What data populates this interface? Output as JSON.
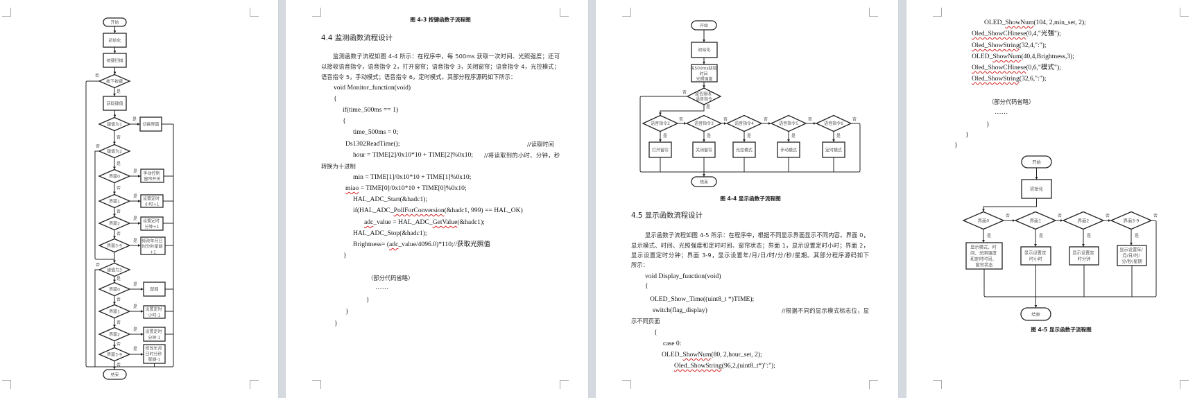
{
  "page1": {
    "flowchart": {
      "start": "开始",
      "init": "初始化",
      "scan": "按键扫描",
      "key_pressed": "按下按键",
      "read_key": "获取键值",
      "key_is_1": "键值为1",
      "switch_screen": "切换界面",
      "key_is_2": "键值为2",
      "key_is_3": "键值为3",
      "key2_branches": [
        {
          "screen": "界面0",
          "action": [
            "手动控制",
            "窗帘开关"
          ]
        },
        {
          "screen": "界面1",
          "action": [
            "设置定时",
            "小时+1"
          ]
        },
        {
          "screen": "界面2",
          "action": [
            "设置定时",
            "分钟+1"
          ]
        },
        {
          "screen": "界面3-9",
          "action": [
            "修改年月日",
            "时分秒星期",
            "+1"
          ]
        }
      ],
      "key3_branches": [
        {
          "screen": "界面0",
          "action": [
            "配网"
          ]
        },
        {
          "screen": "界面1",
          "action": [
            "设置定时",
            "小时-1"
          ]
        },
        {
          "screen": "界面2",
          "action": [
            "设置定时",
            "分钟-1"
          ]
        },
        {
          "screen": "界面3-9",
          "action": [
            "修改年月",
            "日时分秒",
            "星期-1"
          ]
        }
      ],
      "end": "结束",
      "yes": "是",
      "no": "否"
    }
  },
  "page2": {
    "caption": "图 4-3  按键函数子流程图",
    "heading": "4.4 监测函数流程设计",
    "paragraph": [
      "监测函数子流程如图 4-4 所示：在程序中，每 500ms 获取一次时间、光照强度；还可",
      "以接收语音指令，语音指令 2，打开窗帘；语音指令 3，关闭窗帘；语音指令 4，光控模式；",
      "语音指令 5，手动模式；语音指令 6，定时模式。其部分程序源码如下所示："
    ],
    "code": [
      {
        "seg": [
          "void Monitor_function(void)"
        ]
      },
      {
        "seg": [
          "{"
        ]
      },
      {
        "seg": [
          "if(time_500ms == 1)"
        ]
      },
      {
        "seg": [
          "{"
        ]
      },
      {
        "seg": [
          "time_500ms = 0;"
        ]
      },
      {
        "seg": [
          "Ds1302ReadTime();"
        ],
        "comment": "//读取时间"
      },
      {
        "seg": [
          "hour = TIME[2]/0x10*10 + TIME[2]%0x10;"
        ],
        "comment": "//将读取到的小时、分钟，秒"
      },
      {
        "seg": [
          "转换为十进制"
        ]
      },
      {
        "seg": [
          "min = TIME[1]/0x10*10 + TIME[1]%0x10;"
        ]
      },
      {
        "seg": [
          "",
          "miao",
          " = TIME[0]/0x10*10 + TIME[0]%0x10;"
        ]
      },
      {
        "seg": [
          "HAL_ADC_Start(&hadc1);"
        ]
      },
      {
        "seg": [
          "if(HAL_ADC_",
          "PollForConversion",
          "(&hadc1, 999) == HAL_OK)"
        ]
      },
      {
        "seg": [
          "",
          "adc",
          "_value = HAL_ADC_",
          "GetValue",
          "(&hadc1);"
        ]
      },
      {
        "seg": [
          "HAL_ADC_Stop(&hadc1);"
        ]
      },
      {
        "seg": [
          "Brightness= (",
          "adc",
          "_value/4096.0)*110;//获取光照值"
        ]
      },
      {
        "seg": [
          "}"
        ]
      },
      {
        "seg": [
          "（部分代码省略）"
        ]
      },
      {
        "seg": [
          "……"
        ]
      },
      {
        "seg": [
          "}"
        ]
      },
      {
        "seg": [
          "}"
        ]
      },
      {
        "seg": [
          "}"
        ]
      }
    ]
  },
  "page3": {
    "flowchart": {
      "start": "开始",
      "init": "初始化",
      "acquire": [
        "每500ms获取",
        "时间",
        "光照强度"
      ],
      "voice_received": [
        "是否接收",
        "语音指令"
      ],
      "commands": [
        "语音指令2",
        "语音指令3",
        "语音指令4",
        "语音指令5",
        "语音指令6"
      ],
      "actions": [
        "打开窗帘",
        "关闭窗帘",
        "光控模式",
        "手动模式",
        "定时模式"
      ],
      "end": "结束",
      "yes": "是",
      "no": "否"
    },
    "caption": "图 4-4  显示函数子流程图",
    "heading": "4.5 显示函数流程设计",
    "paragraph": [
      "显示函数子流程如图 4-5 所示：在程序中，根据不同显示界面显示不同内容。界面 0，",
      "显示模式、时间、光照强度和定时时间、窗帘状态；界面 1，显示设置定时小时；界面 2，",
      "显示设置定时分钟；界面 3-9，显示设置年/月/日/时/分/秒/星期。其部分程序源码如下",
      "所示："
    ],
    "code": [
      {
        "seg": [
          "void Display_function(void)"
        ]
      },
      {
        "seg": [
          "{"
        ]
      },
      {
        "seg": [
          "OLED_Show_Time((uint8_t *)TIME);"
        ]
      },
      {
        "seg": [
          "switch(flag_display)"
        ],
        "comment": "//根据不同的显示模式标志位，显"
      },
      {
        "seg": [
          "示不同页面"
        ]
      },
      {
        "seg": [
          "{"
        ]
      },
      {
        "seg": [
          "case 0:"
        ]
      },
      {
        "seg": [
          "OLED_",
          "ShowNum",
          "(80, 2,hour_set, 2);"
        ]
      },
      {
        "seg": [
          "",
          "Oled_ShowString",
          "(96,2,(uint8_t*)\":\");"
        ]
      }
    ]
  },
  "page4": {
    "code": [
      {
        "seg": [
          "OLED_",
          "ShowNum",
          "(104, 2,min_set, 2);"
        ]
      },
      {
        "seg": [
          "",
          "Oled_ShowCHinese",
          "(0,4,\"光强\");"
        ]
      },
      {
        "seg": [
          "",
          "Oled_ShowString",
          "(32,4,\":\");"
        ]
      },
      {
        "seg": [
          "OLED_",
          "ShowNum",
          "(40,4,Brightness,3);"
        ]
      },
      {
        "seg": [
          "",
          "Oled_ShowCHinese",
          "(0,6,\"模式\");"
        ]
      },
      {
        "seg": [
          "",
          "Oled_ShowString",
          "(32,6,\":\");"
        ]
      },
      {
        "seg": [
          "（部分代码省略）"
        ]
      },
      {
        "seg": [
          "……"
        ]
      },
      {
        "seg": [
          "}"
        ]
      },
      {
        "seg": [
          "}"
        ]
      },
      {
        "seg": [
          "}"
        ]
      }
    ],
    "flowchart": {
      "start": "开始",
      "init": "初始化",
      "screens": [
        "界面0",
        "界面1",
        "界面2",
        "界面3-9"
      ],
      "actions": [
        [
          "显示模式、时",
          "间、光照强度",
          "和定时时间、",
          "窗帘状态"
        ],
        [
          "显示设置定",
          "时小时"
        ],
        [
          "显示设置定",
          "时分钟"
        ],
        [
          "显示设置年/",
          "月/日/时/",
          "分/秒/星期"
        ]
      ],
      "end": "结束",
      "yes": "是",
      "no": "否"
    },
    "caption": "图 4-5  显示函数子流程图"
  }
}
